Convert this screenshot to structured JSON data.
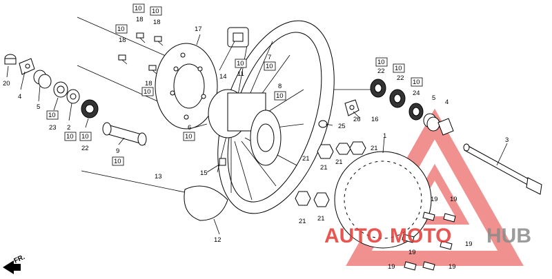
{
  "labels": [
    {
      "id": "20",
      "text": "20"
    },
    {
      "id": "4a",
      "text": "4"
    },
    {
      "id": "5a",
      "text": "5"
    },
    {
      "id": "23",
      "text": "23"
    },
    {
      "id": "2",
      "text": "2"
    },
    {
      "id": "22a",
      "text": "22"
    },
    {
      "id": "9",
      "text": "9"
    },
    {
      "id": "18a",
      "text": "18"
    },
    {
      "id": "18b",
      "text": "18"
    },
    {
      "id": "18c",
      "text": "18"
    },
    {
      "id": "18d",
      "text": "18"
    },
    {
      "id": "17",
      "text": "17"
    },
    {
      "id": "14",
      "text": "14"
    },
    {
      "id": "11",
      "text": "11"
    },
    {
      "id": "7",
      "text": "7"
    },
    {
      "id": "8",
      "text": "8"
    },
    {
      "id": "6",
      "text": "6"
    },
    {
      "id": "13",
      "text": "13"
    },
    {
      "id": "15",
      "text": "15"
    },
    {
      "id": "12",
      "text": "12"
    },
    {
      "id": "26",
      "text": "26"
    },
    {
      "id": "16",
      "text": "16"
    },
    {
      "id": "25",
      "text": "25"
    },
    {
      "id": "1",
      "text": "1"
    },
    {
      "id": "21a",
      "text": "21"
    },
    {
      "id": "21b",
      "text": "21"
    },
    {
      "id": "21c",
      "text": "21"
    },
    {
      "id": "21d",
      "text": "21"
    },
    {
      "id": "21e",
      "text": "21"
    },
    {
      "id": "21f",
      "text": "21"
    },
    {
      "id": "22b",
      "text": "22"
    },
    {
      "id": "22c",
      "text": "22"
    },
    {
      "id": "24",
      "text": "24"
    },
    {
      "id": "5b",
      "text": "5"
    },
    {
      "id": "4b",
      "text": "4"
    },
    {
      "id": "3",
      "text": "3"
    },
    {
      "id": "19a",
      "text": "19"
    },
    {
      "id": "19b",
      "text": "19"
    },
    {
      "id": "19c",
      "text": "19"
    },
    {
      "id": "19d",
      "text": "19"
    },
    {
      "id": "19e",
      "text": "19"
    },
    {
      "id": "19f",
      "text": "19"
    }
  ],
  "boxed_labels": [
    {
      "id": "b1",
      "text": "10"
    },
    {
      "id": "b2",
      "text": "10"
    },
    {
      "id": "b3",
      "text": "10"
    },
    {
      "id": "b4",
      "text": "10"
    },
    {
      "id": "b5",
      "text": "10"
    },
    {
      "id": "b6",
      "text": "10"
    },
    {
      "id": "b7",
      "text": "10"
    },
    {
      "id": "b8",
      "text": "10"
    },
    {
      "id": "b9",
      "text": "10"
    },
    {
      "id": "b10",
      "text": "10"
    },
    {
      "id": "b11",
      "text": "10"
    },
    {
      "id": "b12",
      "text": "10"
    },
    {
      "id": "b13",
      "text": "10"
    },
    {
      "id": "b14",
      "text": "10"
    },
    {
      "id": "b15",
      "text": "10"
    },
    {
      "id": "b16",
      "text": "10"
    }
  ],
  "direction": "FR.",
  "watermark": {
    "part1": "AUTO",
    "part2": "MOTO",
    "part3": "HUB",
    "color_red": "#e53935",
    "color_grey": "#8a8a8a"
  }
}
